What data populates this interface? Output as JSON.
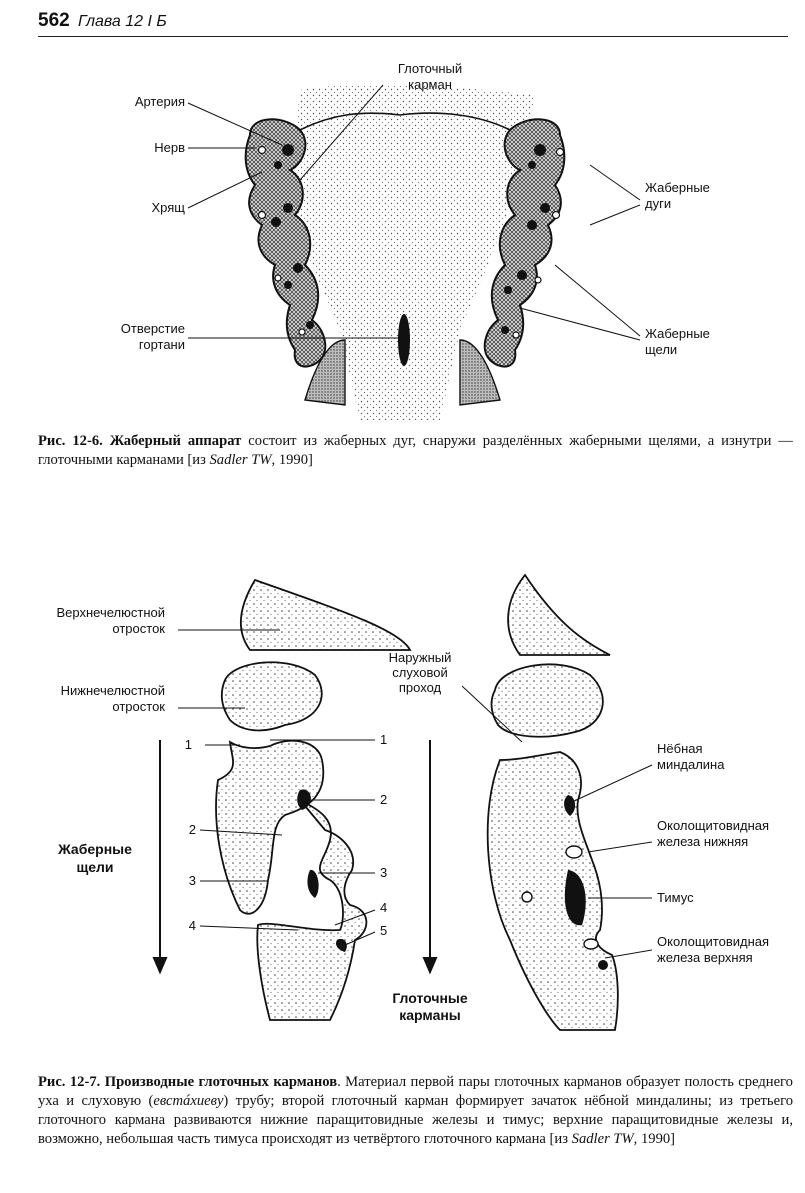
{
  "header": {
    "page_number": "562",
    "chapter": "Глава 12 І Б"
  },
  "figure1": {
    "labels": {
      "pouch": [
        "Глоточный",
        "карман"
      ],
      "artery": "Артерия",
      "nerve": "Нерв",
      "cartilage": "Хрящ",
      "larynx": [
        "Отверстие",
        "гортани"
      ],
      "arches": [
        "Жаберные",
        "дуги"
      ],
      "clefts": [
        "Жаберные",
        "щели"
      ]
    },
    "caption": {
      "number": "Рис. 12-6.",
      "title": "Жаберный аппарат",
      "text1": " состоит из жаберных дуг, снаружи разделённых жаберными щелями, а изнутри — глоточными карманами [из ",
      "citation": "Sadler TW",
      "text2": ", 1990]"
    }
  },
  "figure2": {
    "labels": {
      "maxillary": [
        "Верхнечелюстной",
        "отросток"
      ],
      "mandibular": [
        "Нижнечелюстной",
        "отросток"
      ],
      "clefts_title": [
        "Жаберные",
        "щели"
      ],
      "pouches_title": [
        "Глоточные",
        "карманы"
      ],
      "auditory": [
        "Наружный",
        "слуховой",
        "проход"
      ],
      "tonsil": [
        "Нёбная",
        "миндалина"
      ],
      "parathyroid_lower": [
        "Околощитовидная",
        "железа нижняя"
      ],
      "thymus": "Тимус",
      "parathyroid_upper": [
        "Околощитовидная",
        "железа верхняя"
      ],
      "left_nums": [
        "1",
        "2",
        "3",
        "4"
      ],
      "right_nums": [
        "1",
        "2",
        "3",
        "4",
        "5"
      ]
    },
    "caption": {
      "number": "Рис. 12-7.",
      "title": "Производные глоточных карманов",
      "text1": ". Материал первой пары глоточных карманов образует полость среднего уха и слуховую (",
      "term": "евстáхиеву",
      "text2": ") трубу; второй глоточный карман формирует зачаток нёбной миндалины; из третьего глоточного кармана развиваются нижние паращитовидные железы и тимус; верхние паращитовидные железы и, возможно, небольшая часть тимуса происходят из четвёртого глоточного кармана [из ",
      "citation": "Sadler TW",
      "text3": ", 1990]"
    }
  }
}
